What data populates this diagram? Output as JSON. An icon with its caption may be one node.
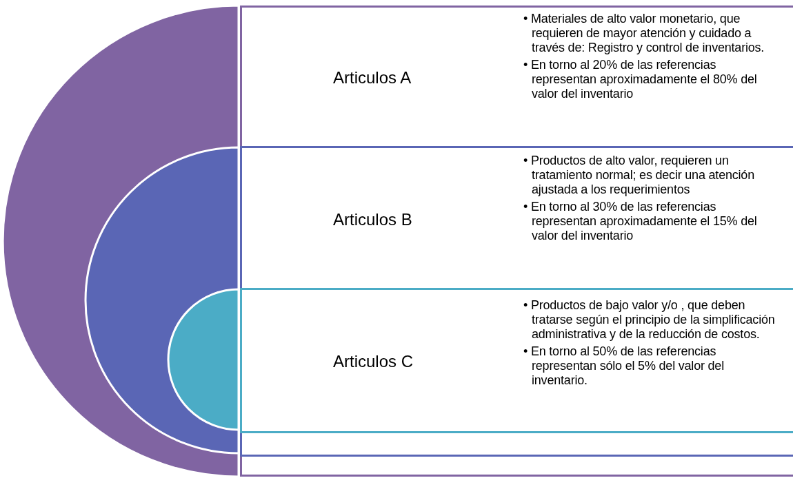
{
  "diagram": {
    "nodes": [
      {
        "text": [
          "Articulos A",
          "• Materiales de alto valor monetario, que requieren de mayor atención y cuidado a través de: Registro y control de inventarios.",
          "• En torno al 20% de las referencias representan aproximadamente el 80% del valor del inventario"
        ]
      },
      {
        "text": [
          "Articulos B",
          "• Productos de alto valor, requieren un tratamiento normal; es decir una atención ajustada a los requerimientos",
          "• En torno al 30% de las referencias representan aproximadamente el 15% del valor del inventario"
        ],
        "in": 0
      },
      {
        "text": [
          "Articulos C",
          "• Productos de bajo valor y/o , que deben tratarse según el principio de la simplificación administrativa y de la reducción de costos.",
          "• En torno al 50% de las referencias representan sólo el 5% del valor del inventario."
        ],
        "in": 1
      }
    ],
    "edges": []
  }
}
